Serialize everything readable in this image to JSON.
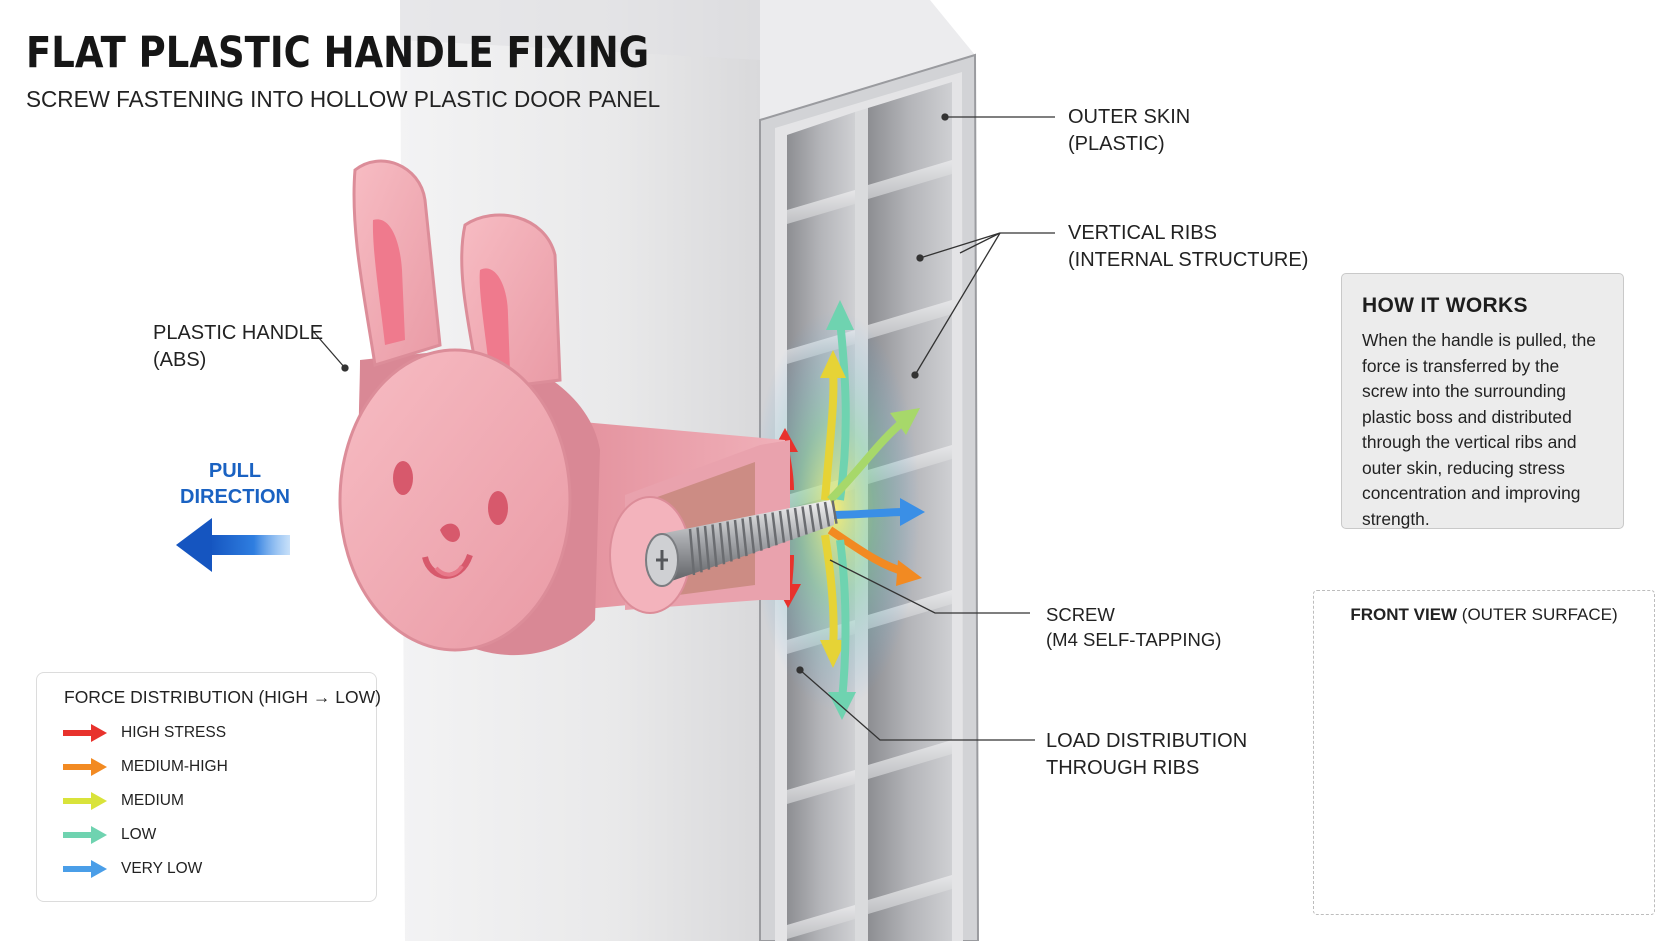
{
  "title": "FLAT PLASTIC HANDLE FIXING",
  "subtitle": "SCREW FASTENING INTO HOLLOW PLASTIC DOOR PANEL",
  "callouts": {
    "outer_skin": [
      "OUTER SKIN",
      "(PLASTIC)"
    ],
    "vertical_ribs": [
      "VERTICAL RIBS",
      "(INTERNAL STRUCTURE)"
    ],
    "plastic_handle": [
      "PLASTIC HANDLE",
      "(ABS)"
    ],
    "screw": [
      "SCREW",
      "(M4 SELF-TAPPING)"
    ],
    "load_distribution": [
      "LOAD DISTRIBUTION",
      "THROUGH RIBS"
    ]
  },
  "pull_direction": [
    "PULL",
    "DIRECTION"
  ],
  "how_it_works": {
    "title": "HOW IT WORKS",
    "body": "When the handle is pulled, the force is transferred by the screw into the surrounding plastic boss and distributed through the vertical ribs and outer skin, reducing stress concentration and improving strength."
  },
  "legend": {
    "title": "FORCE DISTRIBUTION (HIGH → LOW)",
    "items": [
      {
        "label": "HIGH STRESS",
        "color": "#e8322c"
      },
      {
        "label": "MEDIUM-HIGH",
        "color": "#f28a22"
      },
      {
        "label": "MEDIUM",
        "color": "#d9e33a"
      },
      {
        "label": "LOW",
        "color": "#6fd3b0"
      },
      {
        "label": "VERY LOW",
        "color": "#4a9ee8"
      }
    ]
  },
  "front_view": {
    "title_bold": "FRONT VIEW",
    "title_rest": " (OUTER SURFACE)"
  },
  "colors": {
    "handle_pink": "#f2a9b3",
    "pull_arrow": "#1a62c2",
    "panel_gray": "#d8d8da"
  },
  "icons": {
    "pull_arrow": "arrow-left-icon",
    "screw": "phillips-screw-icon",
    "handle": "bunny-handle"
  }
}
